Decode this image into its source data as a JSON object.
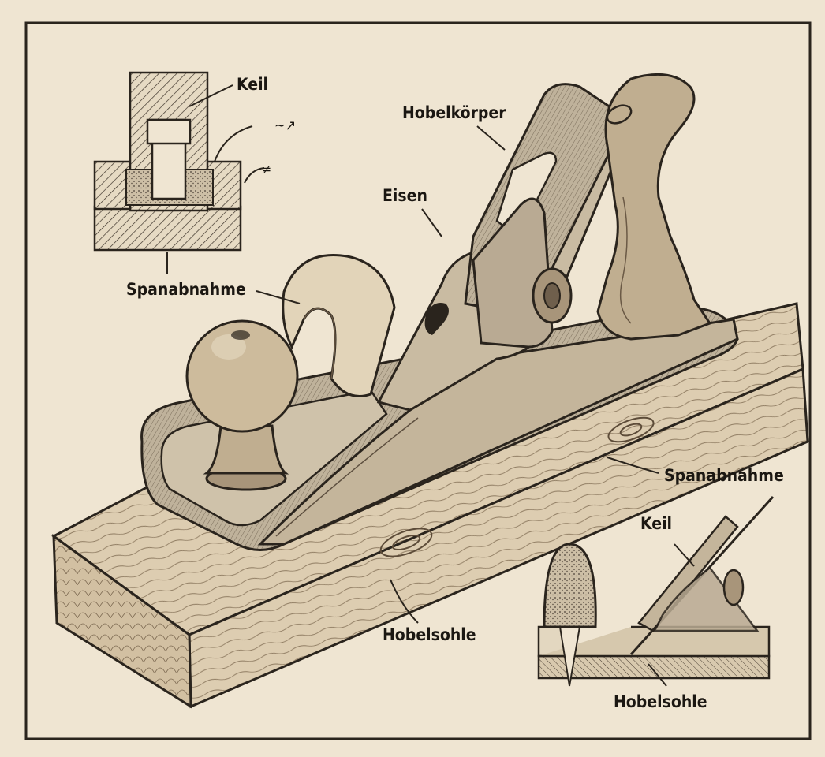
{
  "labels": {
    "keil_top": "Keil",
    "spanabnahme_left": "Spanabnahme",
    "hobelkoerper": "Hobelkörper",
    "eisen": "Eisen",
    "spanabnahme_right": "Spanabnahme",
    "hobelsohle_main": "Hobelsohle",
    "keil_bottom": "Keil",
    "hobelsohle_bottom": "Hobelsohle"
  },
  "colors": {
    "paper": "#efe5d2",
    "ink": "#1b1712",
    "metal": "#b9aa93",
    "metal_dark": "#8c7d68",
    "wood": "#d9c9ad",
    "wood_dark": "#a8957a"
  }
}
